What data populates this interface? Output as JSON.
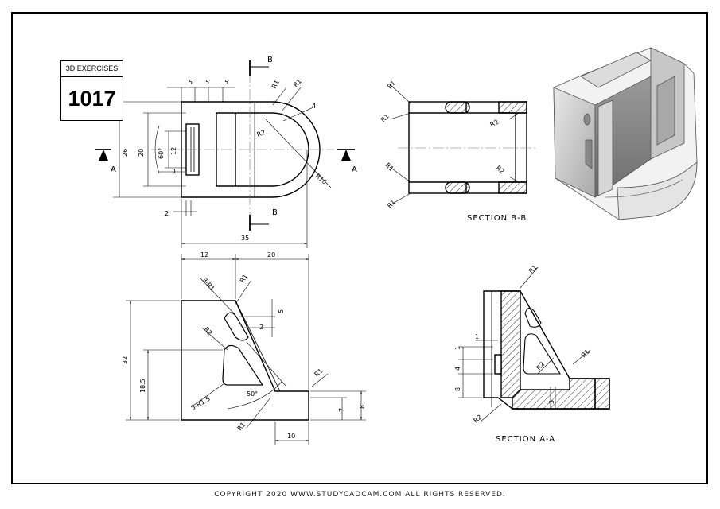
{
  "exercise": {
    "header": "3D EXERCISES",
    "number": "1017"
  },
  "sections": {
    "bb": "SECTION B-B",
    "aa": "SECTION A-A"
  },
  "cut_markers": {
    "a": "A",
    "b": "B"
  },
  "top_view_dims": {
    "d5a": "5",
    "d5b": "5",
    "d5c": "5",
    "r1a": "R1",
    "r1b": "R1",
    "d4": "4",
    "r2": "R2",
    "r16": "R16",
    "d26": "26",
    "d20": "20",
    "d60": "60°",
    "d12": "12",
    "d1": "1",
    "d2": "2",
    "d35": "35"
  },
  "section_bb_dims": {
    "r1a": "R1",
    "r1b": "R1",
    "r1c": "R1",
    "r1d": "R1",
    "r2a": "R2",
    "r2b": "R2"
  },
  "front_view_dims": {
    "d12": "12",
    "d20": "20",
    "r1_3": "3-R1",
    "r1a": "R1",
    "d5": "5",
    "r2": "R2",
    "d2": "2",
    "d32": "32",
    "d18_5": "18.5",
    "r1_5": "3-R1.5",
    "d50": "50°",
    "r1b": "R1",
    "r1c": "R1",
    "d7": "7",
    "d8": "8",
    "d10": "10"
  },
  "section_aa_dims": {
    "r1a": "R1",
    "r1b": "R1",
    "d1a": "1",
    "d1b": "1",
    "d4": "4",
    "d8": "8",
    "r2a": "R2",
    "d3": "3",
    "r2b": "R2"
  },
  "copyright": "COPYRIGHT  2020 WWW.STUDYCADCAM.COM ALL RIGHTS RESERVED."
}
